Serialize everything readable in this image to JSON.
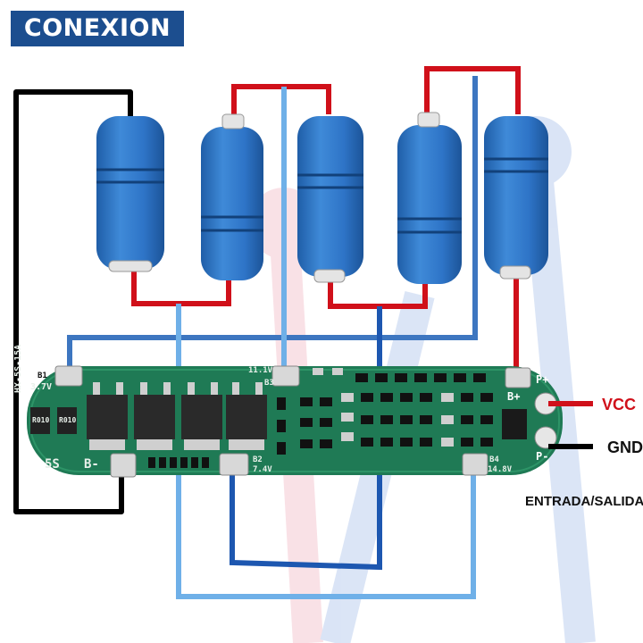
{
  "title": "CONEXION",
  "colors": {
    "title_bg": "#1c4e8f",
    "pcb": "#1f7a55",
    "battery": "#2e74c7",
    "wire_red": "#d0101a",
    "wire_black": "#000000",
    "wire_blue_dark": "#1d57b0",
    "wire_blue_mid": "#3d76c0",
    "wire_blue_light": "#6fb0e8"
  },
  "board": {
    "model": "HX-5S-15A",
    "cell_count": "5S",
    "pads": {
      "b1": "B1",
      "b1_voltage": "3.7V",
      "b2": "B2",
      "b2_voltage": "7.4V",
      "b3": "B3",
      "b3_voltage": "11.1V",
      "b4": "B4",
      "b4_voltage": "14.8V",
      "b_minus": "B-",
      "b_plus": "B+",
      "p_plus": "P+",
      "p_minus": "P-"
    },
    "resistor_code": "R010"
  },
  "outputs": {
    "vcc": "VCC",
    "gnd": "GND",
    "caption": "ENTRADA/SALIDA"
  }
}
